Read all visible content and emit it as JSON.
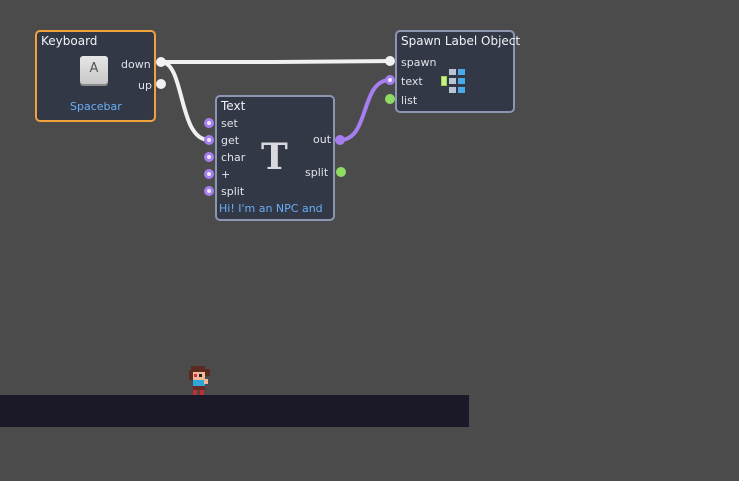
{
  "keyboard_node": {
    "title": "Keyboard",
    "key_label": "A",
    "out_ports": [
      "down",
      "up"
    ],
    "key_name": "Spacebar"
  },
  "text_node": {
    "title": "Text",
    "in_ports": [
      "set",
      "get",
      "char",
      "+",
      "split"
    ],
    "out_ports": [
      "out",
      "split"
    ],
    "icon": "T",
    "value_preview": "Hi! I'm an NPC and"
  },
  "spawn_node": {
    "title": "Spawn Label Object",
    "in_ports": [
      "spawn",
      "text",
      "list"
    ],
    "icon": "list-blocks-icon"
  },
  "colors": {
    "canvas": "#4b4b4b",
    "node_bg": "#323846",
    "node_border": "#8c96b2",
    "selected_border": "#f2a23b",
    "wire_white": "#f0f0f0",
    "wire_purple": "#a67ef0",
    "port_green": "#8fdc63",
    "value_text": "#6aaef5",
    "floor": "#1b1827"
  }
}
